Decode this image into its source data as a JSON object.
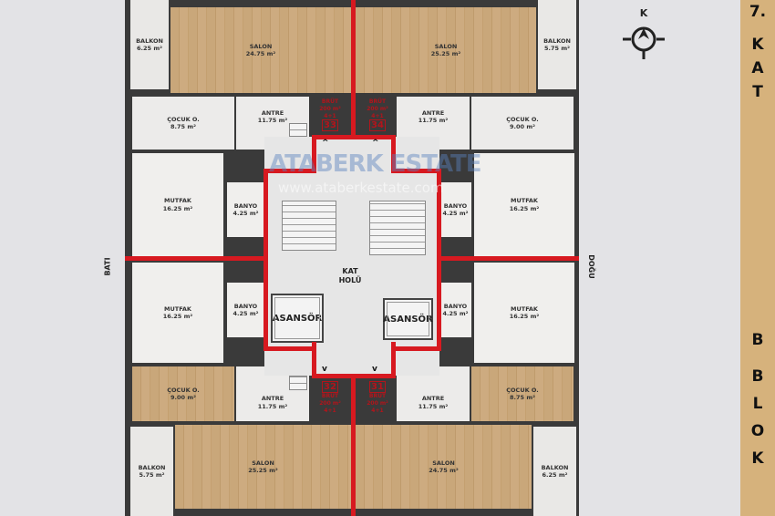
{
  "rooms": {
    "top_left_balkon": {
      "name": "BALKON",
      "area": "6.25 m²"
    },
    "top_left_salon": {
      "name": "SALON",
      "area": "24.75 m²"
    },
    "top_right_salon": {
      "name": "SALON",
      "area": "25.25 m²"
    },
    "top_right_balkon": {
      "name": "BALKON",
      "area": "5.75 m²"
    },
    "top_left_cocuk": {
      "name": "ÇOCUK O.",
      "area": "8.75 m²"
    },
    "top_left_antre": {
      "name": "ANTRE",
      "area": "11.75 m²"
    },
    "top_right_antre": {
      "name": "ANTRE",
      "area": "11.75 m²"
    },
    "top_right_cocuk": {
      "name": "ÇOCUK O.",
      "area": "9.00 m²"
    },
    "top_left_mutfak": {
      "name": "MUTFAK",
      "area": "16.25 m²"
    },
    "top_left_banyo": {
      "name": "BANYO",
      "area": "4.25 m²"
    },
    "top_right_banyo": {
      "name": "BANYO",
      "area": "4.25 m²"
    },
    "top_right_mutfak": {
      "name": "MUTFAK",
      "area": "16.25 m²"
    },
    "bottom_left_mutfak": {
      "name": "MUTFAK",
      "area": "16.25 m²"
    },
    "bottom_left_banyo": {
      "name": "BANYO",
      "area": "4.25 m²"
    },
    "bottom_right_banyo": {
      "name": "BANYO",
      "area": "4.25 m²"
    },
    "bottom_right_mutfak": {
      "name": "MUTFAK",
      "area": "16.25 m²"
    },
    "bottom_left_cocuk": {
      "name": "ÇOCUK O.",
      "area": "9.00 m²"
    },
    "bottom_left_antre": {
      "name": "ANTRE",
      "area": "11.75 m²"
    },
    "bottom_right_antre": {
      "name": "ANTRE",
      "area": "11.75 m²"
    },
    "bottom_right_cocuk": {
      "name": "ÇOCUK O.",
      "area": "8.75 m²"
    },
    "bottom_left_balkon": {
      "name": "BALKON",
      "area": "5.75 m²"
    },
    "bottom_left_salon": {
      "name": "SALON",
      "area": "25.25 m²"
    },
    "bottom_right_salon": {
      "name": "SALON",
      "area": "24.75 m²"
    },
    "bottom_right_balkon": {
      "name": "BALKON",
      "area": "6.25 m²"
    }
  },
  "units": [
    {
      "number": "33",
      "brut_label": "BRÜT",
      "area": "200 m²",
      "type": "4+1"
    },
    {
      "number": "34",
      "brut_label": "BRÜT",
      "area": "200 m²",
      "type": "4+1"
    },
    {
      "number": "32",
      "brut_label": "BRÜT",
      "area": "200 m²",
      "type": "4+1"
    },
    {
      "number": "31",
      "brut_label": "BRÜT",
      "area": "200 m²",
      "type": "4+1"
    }
  ],
  "core": {
    "hall_line1": "KAT",
    "hall_line2": "HOLÜ",
    "elevator_left": "ASANSÖR",
    "elevator_right": "ASANSÖR"
  },
  "directions": {
    "west": "BATI",
    "east": "DOĞU",
    "north": "K"
  },
  "watermark": {
    "brand": "ATABERK ESTATE",
    "url": "www.ataberkestate.com"
  },
  "side_strip": {
    "floor": [
      "7.",
      "K",
      "A",
      "T"
    ],
    "block": [
      "B",
      "B",
      "L",
      "O",
      "K"
    ]
  },
  "colors": {
    "unit_divider": "#d71920",
    "strip": "#d6b27c"
  }
}
